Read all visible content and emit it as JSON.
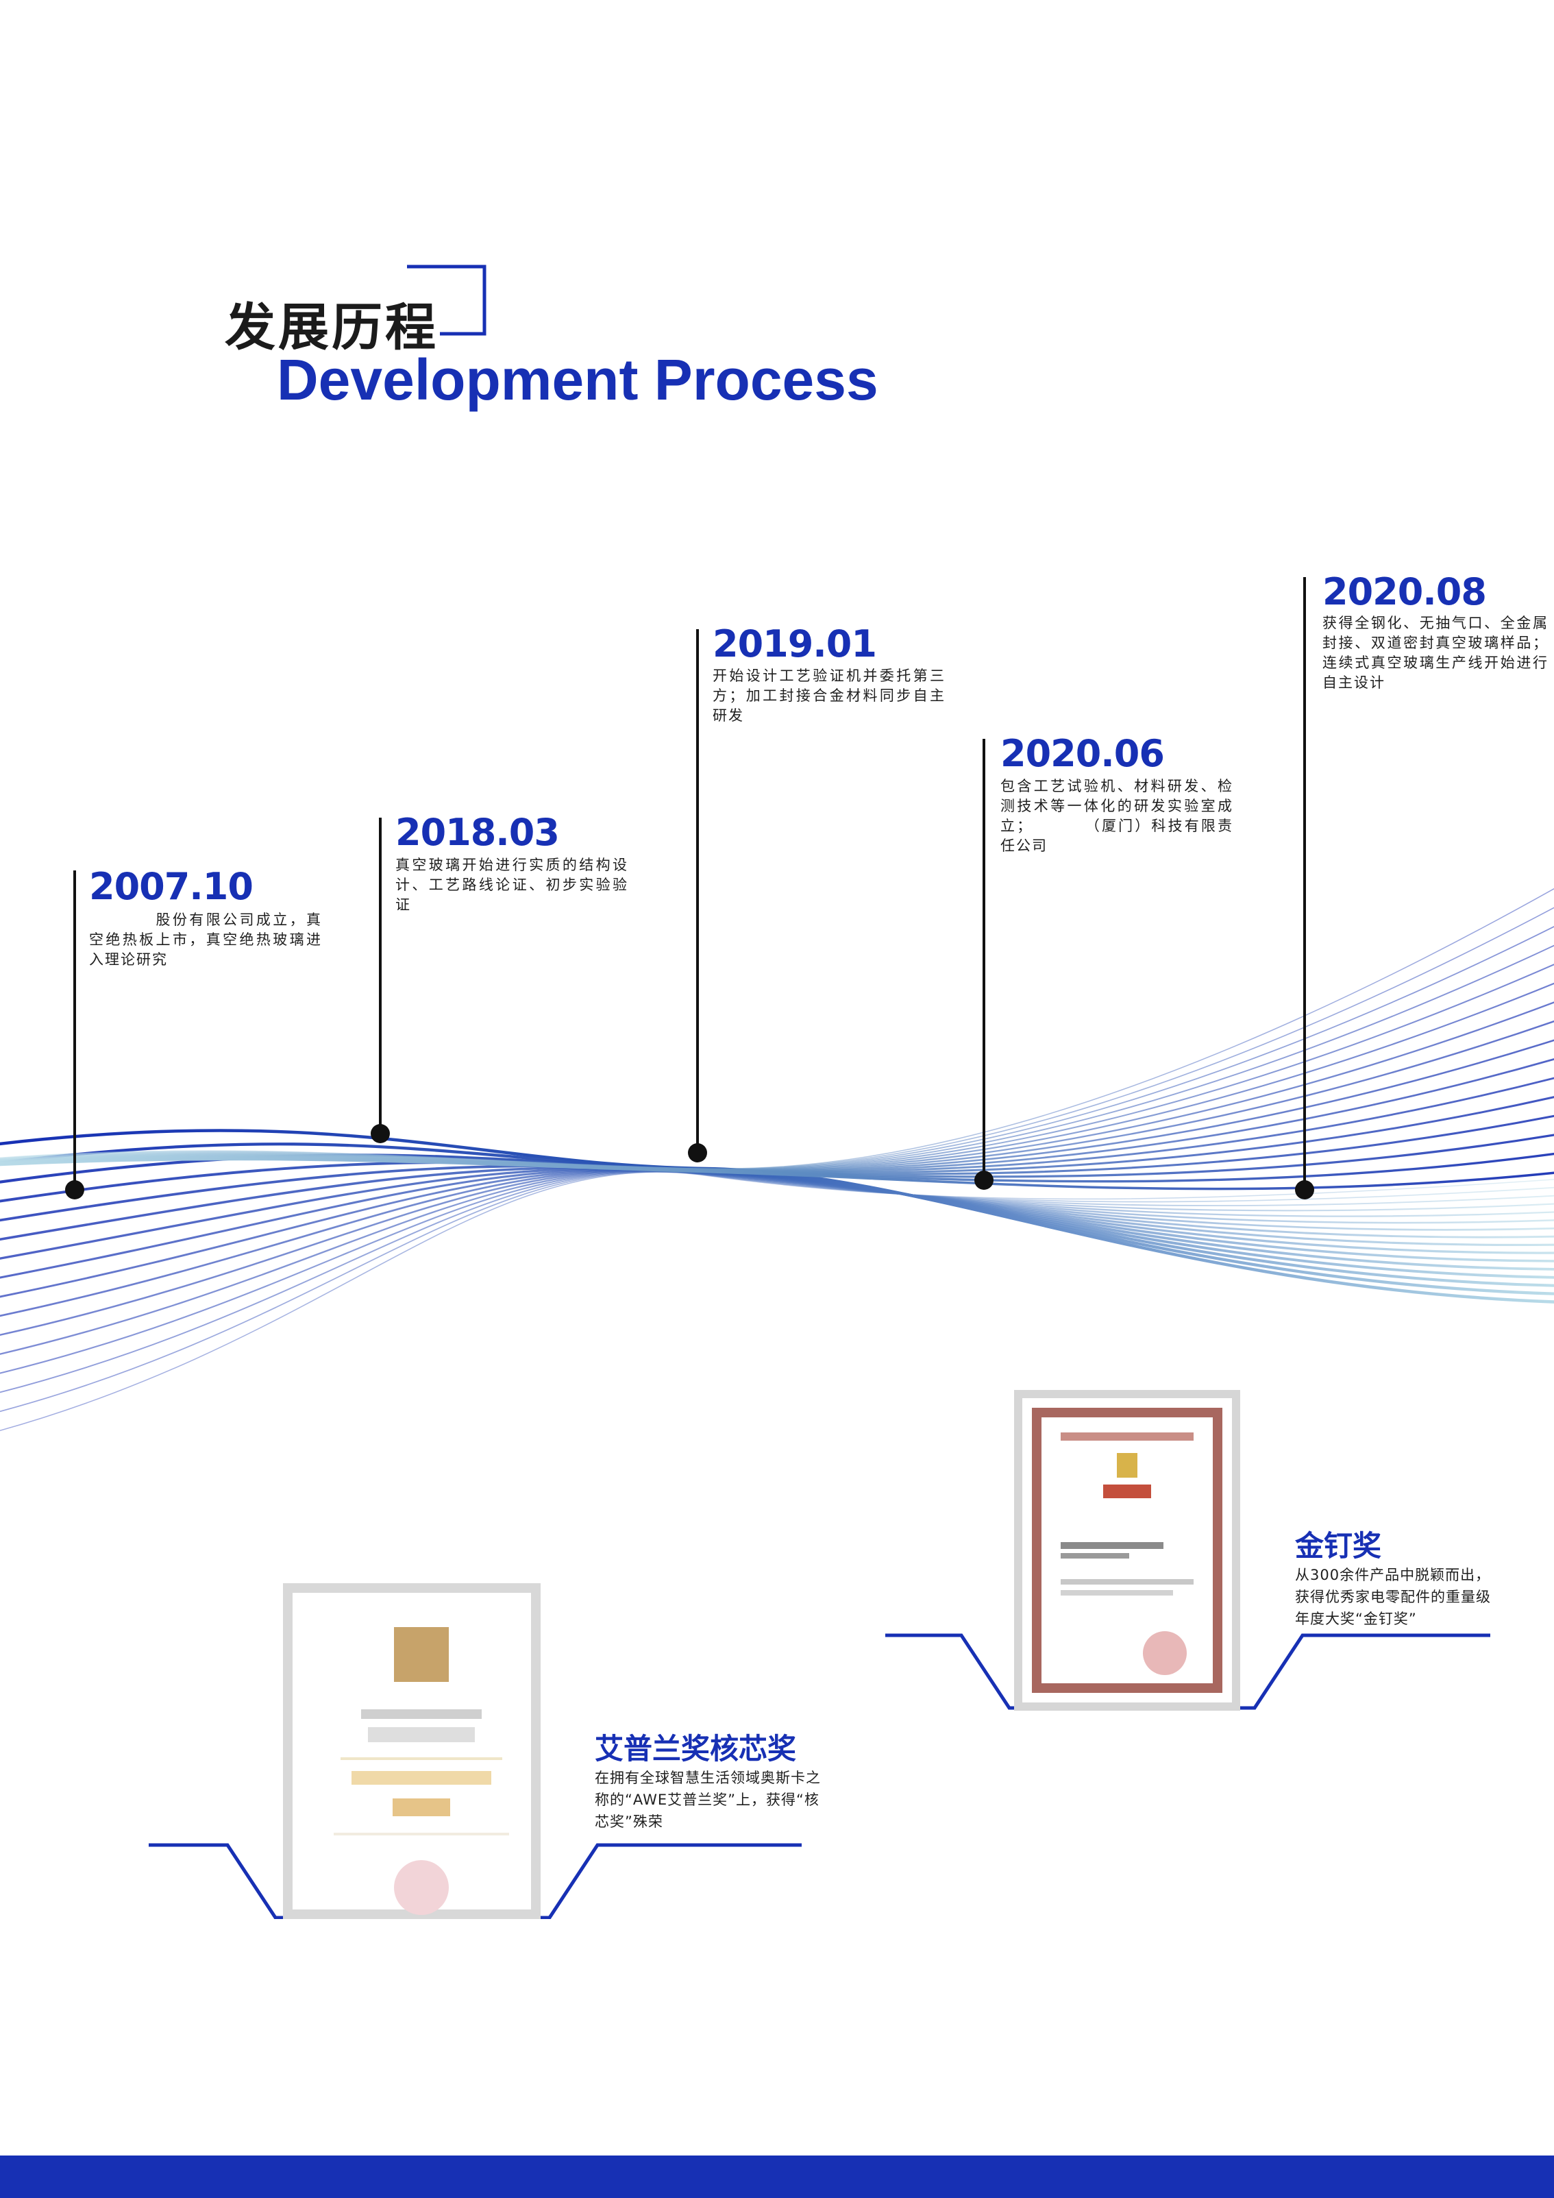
{
  "heading": {
    "title_cn": "发展历程",
    "title_en": "Development Process"
  },
  "colors": {
    "brand_blue": "#1730b4",
    "wave_light": "#a9d0e3",
    "dot": "#111111"
  },
  "milestones": [
    {
      "year": "2007.10",
      "text": "　　　　股份有限公司成立，真空绝热板上市，真空绝热玻璃进入理论研究"
    },
    {
      "year": "2018.03",
      "text": "真空玻璃开始进行实质的结构设计、工艺路线论证、初步实验验证"
    },
    {
      "year": "2019.01",
      "text": "开始设计工艺验证机并委托第三方；加工封接合金材料同步自主研发"
    },
    {
      "year": "2020.06",
      "text": "包含工艺试验机、材料研发、检测技术等一体化的研发实验室成立；　　　　（厦门）科技有限责任公司"
    },
    {
      "year": "2020.08",
      "text": "获得全钢化、无抽气口、全金属封接、双道密封真空玻璃样品；连续式真空玻璃生产线开始进行自主设计"
    }
  ],
  "awards": [
    {
      "title": "艾普兰奖核芯奖",
      "text": "在拥有全球智慧生活领域奥斯卡之称的“AWE艾普兰奖”上，获得“核芯奖”殊荣",
      "certificate": "award-certificate-icon"
    },
    {
      "title": "金钉奖",
      "text": "从300余件产品中脱颖而出，获得优秀家电零配件的重量级年度大奖“金钉奖”",
      "certificate": "award-certificate-icon"
    }
  ]
}
